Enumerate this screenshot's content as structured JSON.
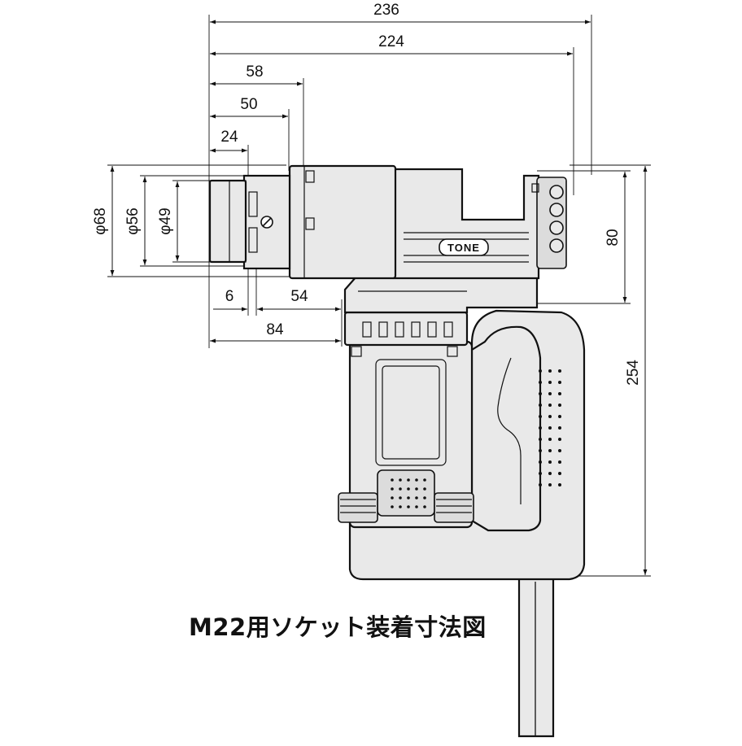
{
  "figure": {
    "caption": "M22用ソケット装着寸法図",
    "brand_logo": "TONE"
  },
  "dimensions": {
    "overall_length": "236",
    "length_to_grip_back": "224",
    "nose_58": "58",
    "nose_50": "50",
    "socket_24": "24",
    "offset_6": "6",
    "span_54": "54",
    "span_84": "84",
    "dia_68": "φ68",
    "dia_56": "φ56",
    "dia_49": "φ49",
    "height_80": "80",
    "height_254": "254"
  }
}
